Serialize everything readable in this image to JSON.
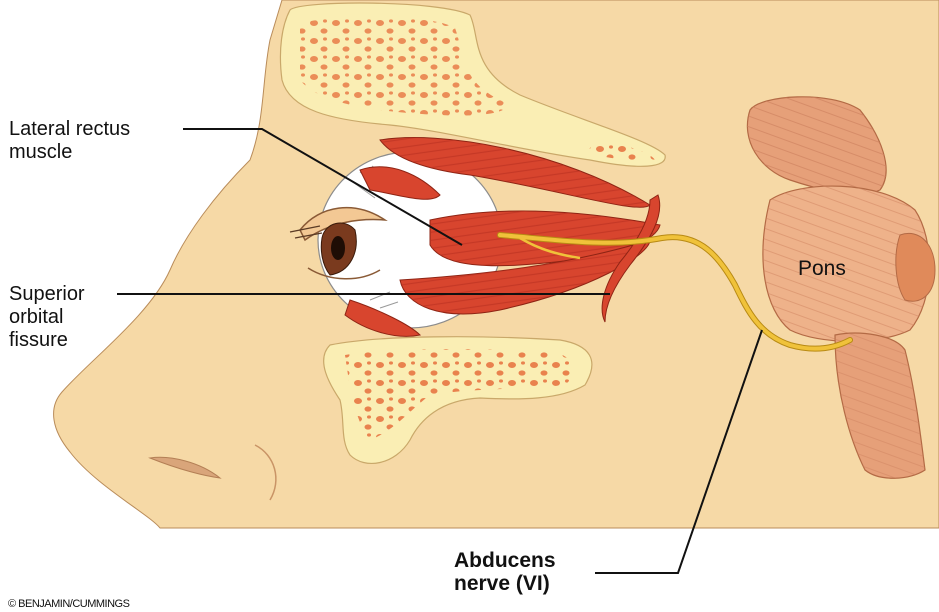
{
  "labels": {
    "lateral_rectus": [
      "Lateral rectus",
      "muscle"
    ],
    "superior_orbital_fissure": [
      "Superior",
      "orbital",
      "fissure"
    ],
    "pons": "Pons",
    "abducens_nerve": [
      "Abducens",
      "nerve (VI)"
    ]
  },
  "copyright": "© BENJAMIN/CUMMINGS",
  "colors": {
    "skin": "#f6d9a6",
    "bone": "#faeeb4",
    "bone_dots": "#e9824e",
    "muscle": "#d8452e",
    "eyeball": "#ffffff",
    "nerve": "#f0c23a",
    "brainstem": "#e9a578",
    "leader_lines": "#111111"
  }
}
